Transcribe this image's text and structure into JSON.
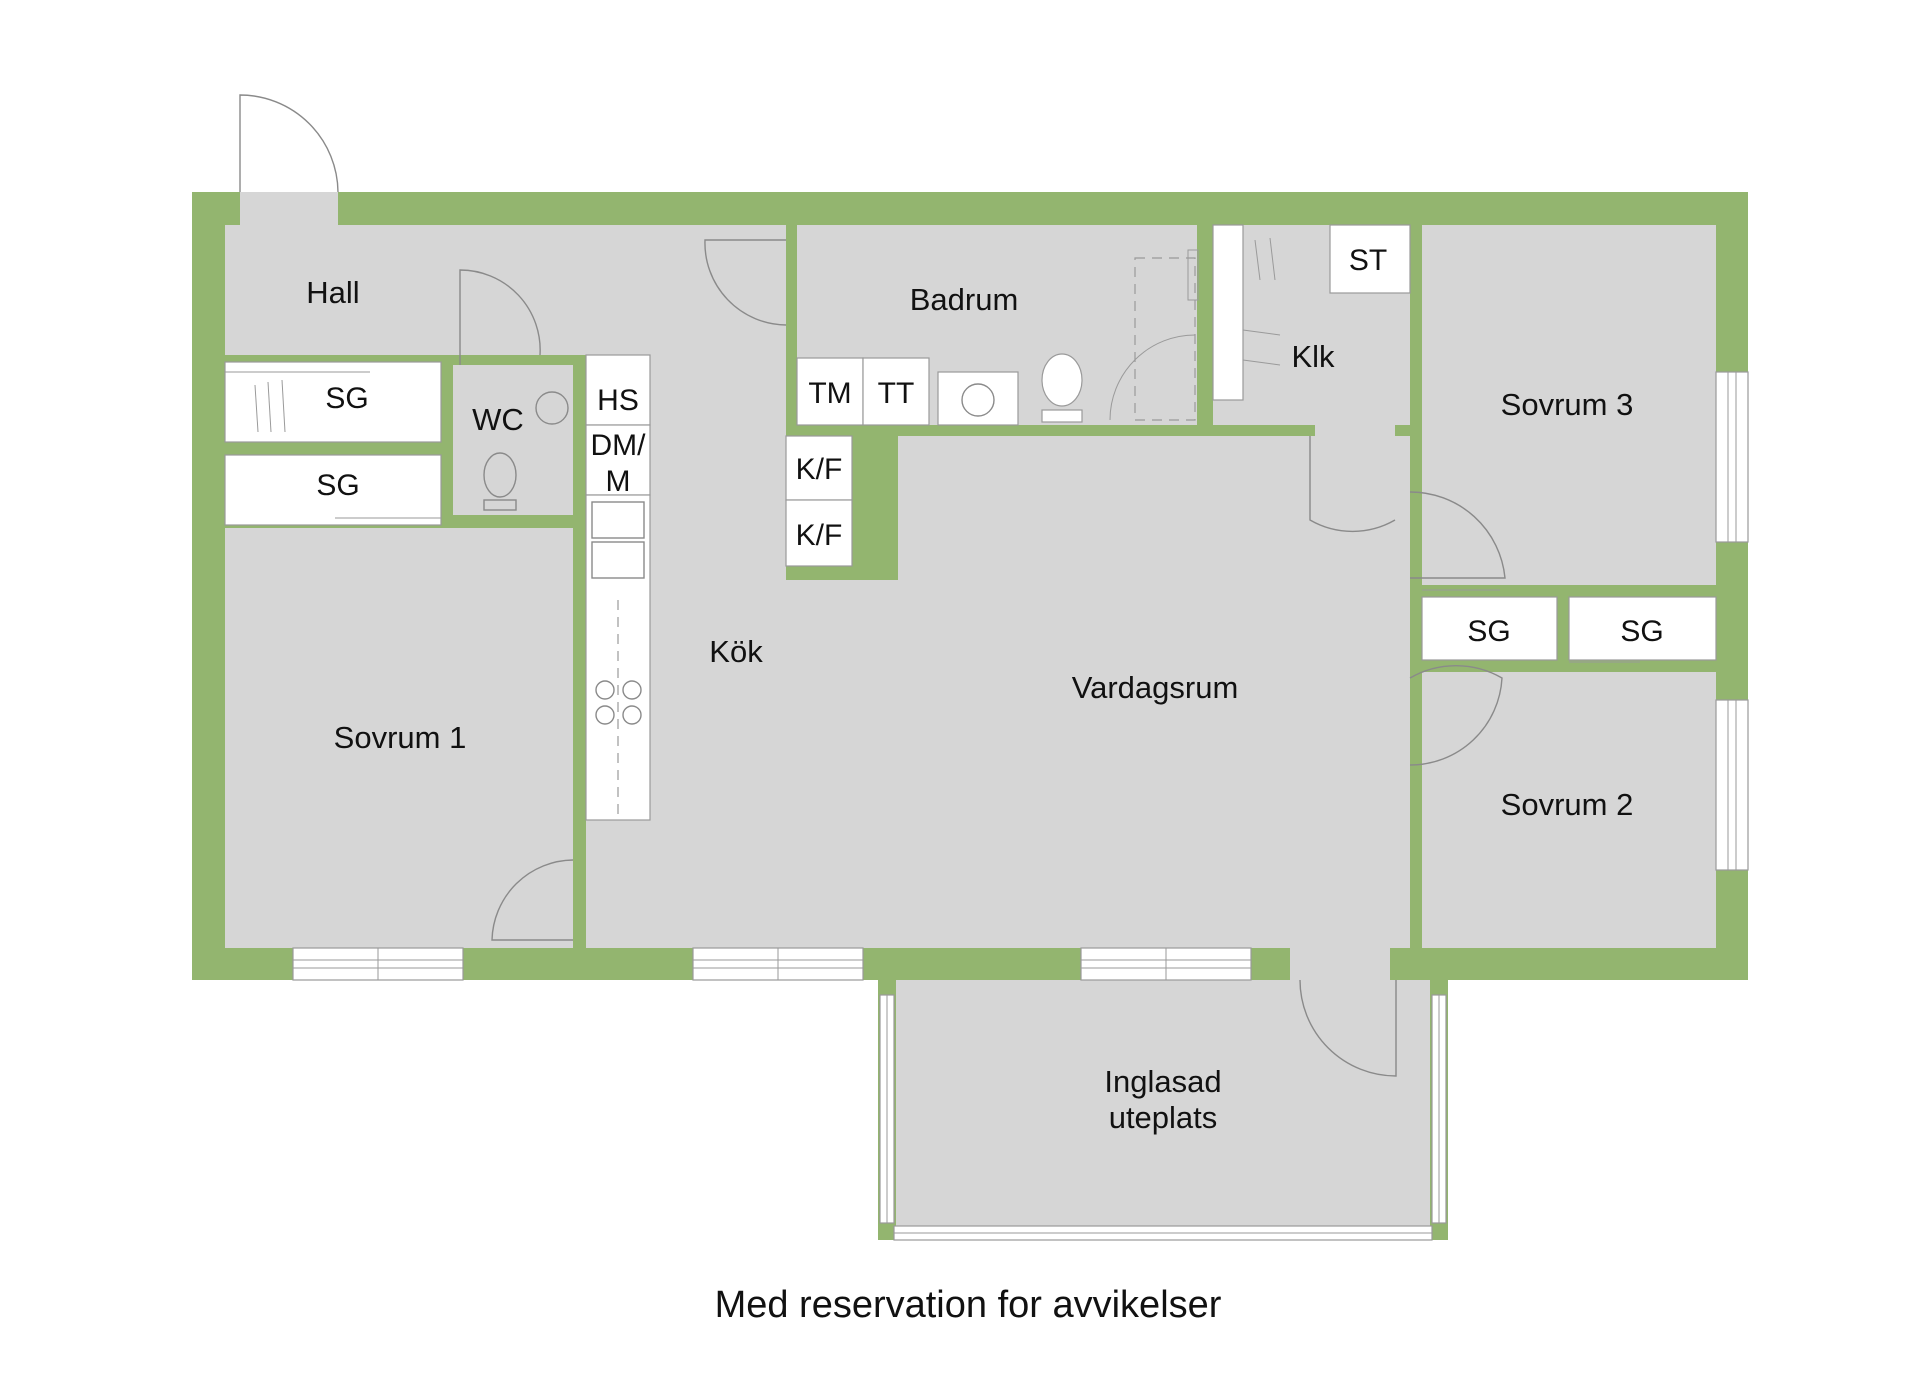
{
  "rooms": {
    "hall": "Hall",
    "wc": "WC",
    "badrum": "Badrum",
    "klk": "Klk",
    "sovrum3": "Sovrum 3",
    "kok": "Kök",
    "vardagsrum": "Vardagsrum",
    "sovrum1": "Sovrum 1",
    "sovrum2": "Sovrum 2",
    "uteplats_line1": "Inglasad",
    "uteplats_line2": "uteplats"
  },
  "fixtures": {
    "sg_hall_1": "SG",
    "sg_hall_2": "SG",
    "hs": "HS",
    "dm_line1": "DM/",
    "dm_line2": "M",
    "tm": "TM",
    "tt": "TT",
    "st": "ST",
    "kf_1": "K/F",
    "kf_2": "K/F",
    "sg_right_1": "SG",
    "sg_right_2": "SG"
  },
  "caption": "Med reservation for avvikelser",
  "colors": {
    "wall": "#93b56f",
    "floor": "#d6d6d6",
    "background": "#ffffff"
  }
}
